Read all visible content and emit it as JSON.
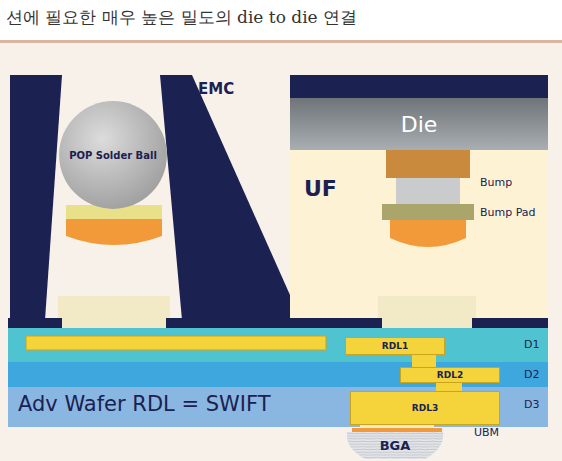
{
  "diagram": {
    "nodes": [
      {
        "text": [
          "POP Solder Ball"
        ]
      },
      {
        "text": [
          "Die"
        ]
      },
      {
        "text": [
          "RDL1"
        ]
      },
      {
        "text": [
          "RDL2"
        ]
      },
      {
        "text": [
          "RDL3"
        ]
      },
      {
        "text": [
          "BGA"
        ]
      }
    ],
    "labels": [
      "션에 필요한 매우 높은 밀도의 die to die 연결",
      "EMC",
      "UF",
      "Bump",
      "Bump Pad",
      "D1",
      "D2",
      "D3",
      "Adv Wafer RDL = SWIFT",
      "UBM"
    ]
  }
}
